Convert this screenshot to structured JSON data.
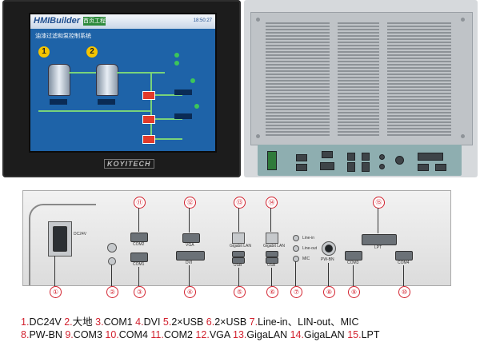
{
  "front_screen": {
    "app_logo": "HMIBuilder",
    "app_tag": "首页工程",
    "clock": "18:50:27",
    "subtitle": "油漆过滤和泵控制系统",
    "tank_numbers": [
      "1",
      "2"
    ],
    "brand": "KOYITECH"
  },
  "detail_ports": {
    "com2": "COM2",
    "vga": "VGA",
    "gigalan_1": "Gigabit LAN",
    "gigalan_2": "Gigabit LAN",
    "line_in": "Line-in",
    "line_out": "Line-out",
    "mic": "MIC",
    "lpt": "LPT",
    "com1": "COM1",
    "dvi": "DVI",
    "usb_1": "USB",
    "usb_2": "USB",
    "pw_bn": "PW-BN",
    "com3": "COM3",
    "com4": "COM4",
    "dc": "DC24V"
  },
  "callouts": [
    "①",
    "②",
    "③",
    "④",
    "⑤",
    "⑥",
    "⑦",
    "⑧",
    "⑨",
    "⑩",
    "⑪",
    "⑫",
    "⑬",
    "⑭",
    "⑮"
  ],
  "legend": {
    "line1": [
      {
        "n": "1.",
        "t": "DC24V "
      },
      {
        "n": "2.",
        "t": "大地 "
      },
      {
        "n": "3.",
        "t": "COM1 "
      },
      {
        "n": "4.",
        "t": "DVI "
      },
      {
        "n": "5.",
        "t": "2×USB "
      },
      {
        "n": "6.",
        "t": "2×USB "
      },
      {
        "n": "7.",
        "t": "Line-in、LIN-out、MIC"
      }
    ],
    "line2": [
      {
        "n": "8.",
        "t": "PW-BN "
      },
      {
        "n": "9.",
        "t": "COM3 "
      },
      {
        "n": "10.",
        "t": "COM4 "
      },
      {
        "n": "11.",
        "t": "COM2 "
      },
      {
        "n": "12.",
        "t": "VGA "
      },
      {
        "n": "13.",
        "t": "GigaLAN "
      },
      {
        "n": "14.",
        "t": "GigaLAN "
      },
      {
        "n": "15.",
        "t": "LPT"
      }
    ]
  },
  "colors": {
    "callout": "#d2222f",
    "screen": "#1e63a8",
    "bezel": "#1c1c1c"
  }
}
